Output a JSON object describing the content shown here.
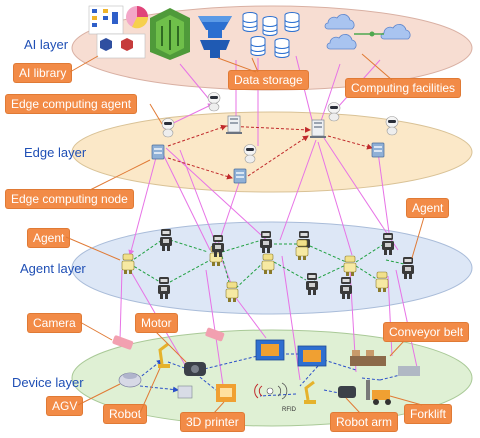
{
  "layers": {
    "ai": "AI layer",
    "edge": "Edge layer",
    "agent": "Agent layer",
    "device": "Device layer"
  },
  "callouts": {
    "ai_library": "AI library",
    "data_storage": "Data storage",
    "computing_facilities": "Computing facilities",
    "edge_computing_agent": "Edge computing agent",
    "edge_computing_node": "Edge computing node",
    "agent_left": "Agent",
    "agent_right": "Agent",
    "camera": "Camera",
    "motor": "Motor",
    "conveyor_belt": "Conveyor belt",
    "agv": "AGV",
    "robot": "Robot",
    "printer_3d": "3D printer",
    "robot_arm": "Robot arm",
    "forklift": "Forklift"
  },
  "device_tags": {
    "rfid": "RFID"
  },
  "colors": {
    "ai_layer": "#f7ddd2",
    "edge_layer": "#fbe8c8",
    "agent_layer": "#dde7f6",
    "device_layer": "#dff0d4",
    "callout": "#f28b47",
    "layer_text": "#1f4fb5",
    "vertical_links": "#e773e6",
    "edge_links": "#c0292b",
    "agent_links": "#1fa040",
    "device_links": "#2a4fc9"
  }
}
